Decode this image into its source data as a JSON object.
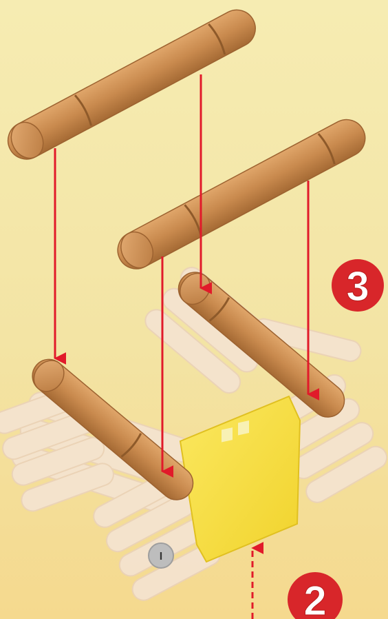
{
  "instruction_page": {
    "step_current": {
      "number": "3",
      "color": "#d8262a"
    },
    "step_next": {
      "number": "2",
      "color": "#d8262a"
    },
    "component_marker": {
      "label": "I",
      "color": "#bdbdbd"
    }
  },
  "colors": {
    "log_wood": "#c98a4e",
    "log_wood_dark": "#a56a34",
    "ghost_logs": "#f4e3cf",
    "yellow_panel": "#f5e043",
    "arrow": "#e11a2a",
    "paper": "#f6ecb2"
  },
  "icons": {
    "arrows": "down-arrow",
    "guide": "up-dashed-arrow"
  }
}
